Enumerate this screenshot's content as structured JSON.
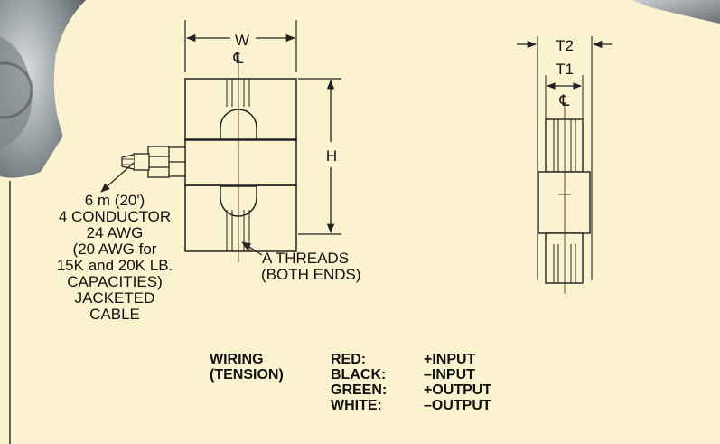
{
  "dimensions": {
    "width_label": "W",
    "height_label": "H",
    "t2_label": "T2",
    "t1_label": "T1",
    "centerline_symbol": "℄"
  },
  "cable_note": {
    "lines": [
      "6 m (20')",
      "4 CONDUCTOR",
      "24 AWG",
      "(20 AWG for",
      "15K and 20K LB.",
      "CAPACITIES)",
      "JACKETED",
      "CABLE"
    ]
  },
  "threads_note": {
    "lines": [
      "A THREADS",
      "(BOTH ENDS)"
    ]
  },
  "wiring": {
    "title_lines": [
      "WIRING",
      "(TENSION)"
    ],
    "rows": [
      {
        "color": "RED:",
        "signal": "+INPUT"
      },
      {
        "color": "BLACK:",
        "signal": "–INPUT"
      },
      {
        "color": "GREEN:",
        "signal": "+OUTPUT"
      },
      {
        "color": "WHITE:",
        "signal": "–OUTPUT"
      }
    ]
  },
  "colors": {
    "background": "#fbf3cf",
    "line": "#222222",
    "photo_metal": "#9aa2a6"
  }
}
